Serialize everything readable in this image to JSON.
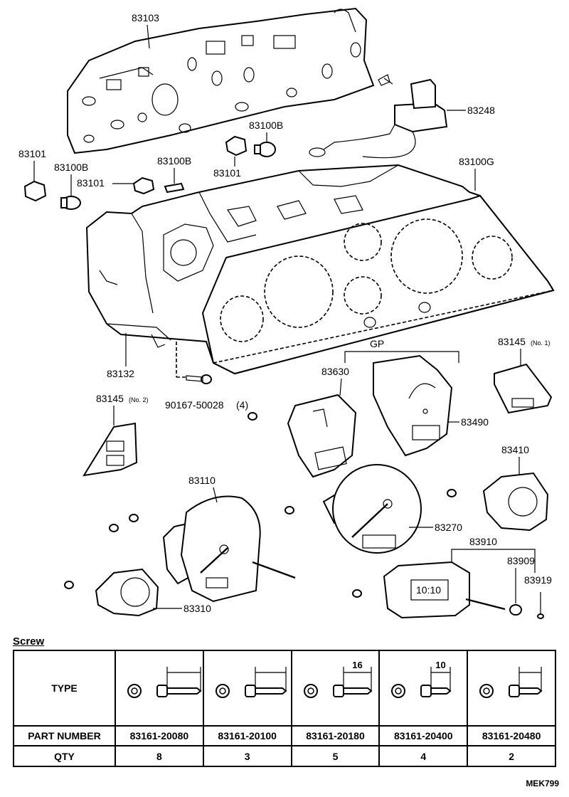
{
  "callouts": {
    "c83103": "83103",
    "c83248": "83248",
    "c83101_left": "83101",
    "c83100B_left": "83100B",
    "c83101_mid": "83101",
    "c83100B_mid": "83100B",
    "c83101_center": "83101",
    "c83100B_top": "83100B",
    "c83100G": "83100G",
    "c83132": "83132",
    "screw_90167": "90167-50028",
    "screw_90167_qty": "(4)",
    "gp": "GP",
    "c83630": "83630",
    "c83490": "83490",
    "c83145_no1": "83145",
    "c83145_no1_suffix": "(No. 1)",
    "c83145_no2": "83145",
    "c83145_no2_suffix": "(No. 2)",
    "c83410": "83410",
    "c83110": "83110",
    "c83270": "83270",
    "c83910": "83910",
    "c83909": "83909",
    "c83919": "83919",
    "c83310": "83310",
    "clock_display": "10:10"
  },
  "screw_table": {
    "title": "Screw",
    "row_labels": {
      "type": "TYPE",
      "part_number": "PART NUMBER",
      "qty": "QTY"
    },
    "columns": [
      {
        "dimension": "",
        "part_number": "83161-20080",
        "qty": "8"
      },
      {
        "dimension": "",
        "part_number": "83161-20100",
        "qty": "3"
      },
      {
        "dimension": "16",
        "part_number": "83161-20180",
        "qty": "5"
      },
      {
        "dimension": "10",
        "part_number": "83161-20400",
        "qty": "4"
      },
      {
        "dimension": "",
        "part_number": "83161-20480",
        "qty": "2"
      }
    ]
  },
  "footer": {
    "code": "MEK799"
  }
}
